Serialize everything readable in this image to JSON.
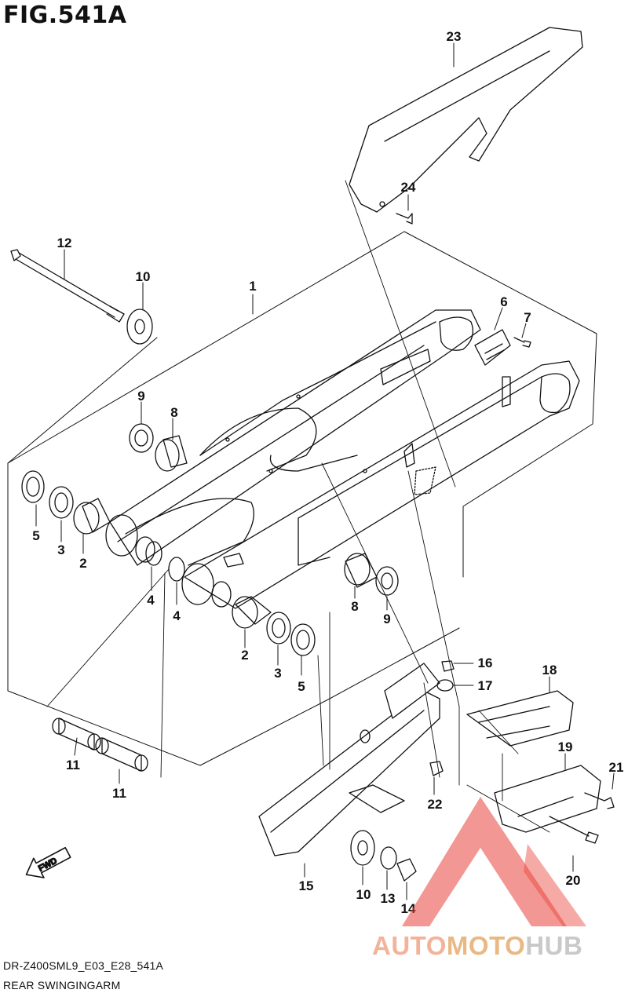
{
  "figure": {
    "title": "FIG.541A",
    "code": "DR-Z400SML9_E03_E28_541A",
    "name": "REAR SWINGINGARM",
    "fwd_label": "FWD"
  },
  "watermark": {
    "part1": "AUTO",
    "part2": "MOTO",
    "part3": "HUB"
  },
  "callouts": {
    "c1": "1",
    "c2a": "2",
    "c2b": "2",
    "c3a": "3",
    "c3b": "3",
    "c4a": "4",
    "c4b": "4",
    "c5a": "5",
    "c5b": "5",
    "c6": "6",
    "c7": "7",
    "c8a": "8",
    "c8b": "8",
    "c9a": "9",
    "c9b": "9",
    "c10a": "10",
    "c10b": "10",
    "c11a": "11",
    "c11b": "11",
    "c12": "12",
    "c13": "13",
    "c14": "14",
    "c15": "15",
    "c16": "16",
    "c17": "17",
    "c18": "18",
    "c19": "19",
    "c20": "20",
    "c21": "21",
    "c22": "22",
    "c23": "23",
    "c24": "24"
  },
  "colors": {
    "line": "#111111",
    "watermark_red": "#e8423a",
    "watermark_orange": "#f0a060",
    "watermark_grey": "#bdbdbd"
  }
}
